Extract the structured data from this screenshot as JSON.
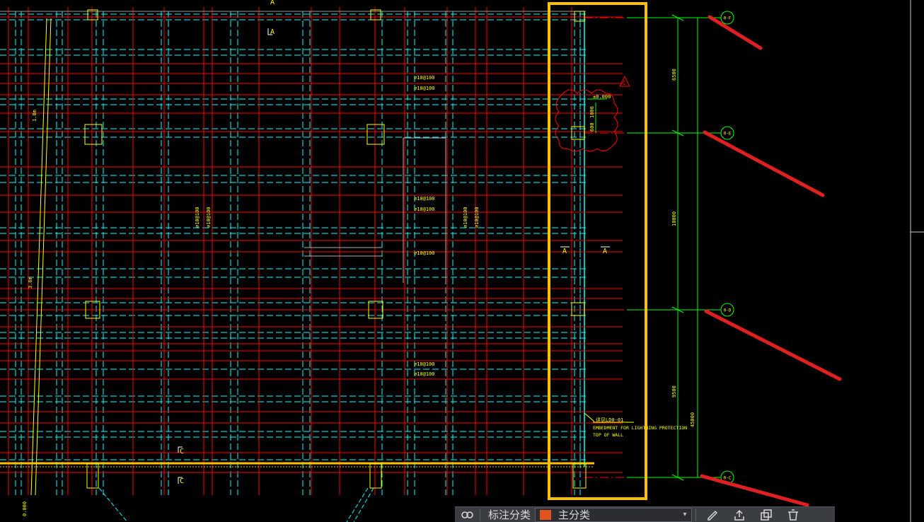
{
  "drawing": {
    "section_marks": [
      "A",
      "A",
      "A",
      "A",
      "C",
      "C"
    ],
    "axis_bubbles": [
      "0-F",
      "0-E",
      "0-D",
      "0-C"
    ],
    "rebar_callouts": [
      "⌀10@100",
      "⌀10@100",
      "⌀10@100",
      "⌀10@100",
      "⌀10@100",
      "⌀10@100",
      "⌀10@100",
      "⌀10@100",
      "⌀10@100",
      "⌀10@100",
      "⌀10@100"
    ],
    "dimensions": [
      "6500",
      "10000",
      "9500",
      "45000",
      "1000",
      "600"
    ],
    "left_notes": [
      "1.8m",
      "3.6m",
      "0.000"
    ],
    "revision_mark": "C",
    "cloud_note": "±0.000",
    "lightning_note": {
      "label": "详见LD0-01",
      "line1": "EMBEDMENT FOR LIGHTNING PROTECTION",
      "line2": "TOP OF WALL"
    }
  },
  "toolbar": {
    "section_label": "标注分类",
    "layer_value": "主分类",
    "layer_color": "#e1531e"
  },
  "colors": {
    "background": "#000000",
    "beam_red": "#ff0000",
    "grid_cyan": "#00ffff",
    "highlight_orange": "#ffc000",
    "text_yellow": "#ffff00",
    "axis_green": "#00ff00",
    "annotation_red": "#e02020"
  }
}
